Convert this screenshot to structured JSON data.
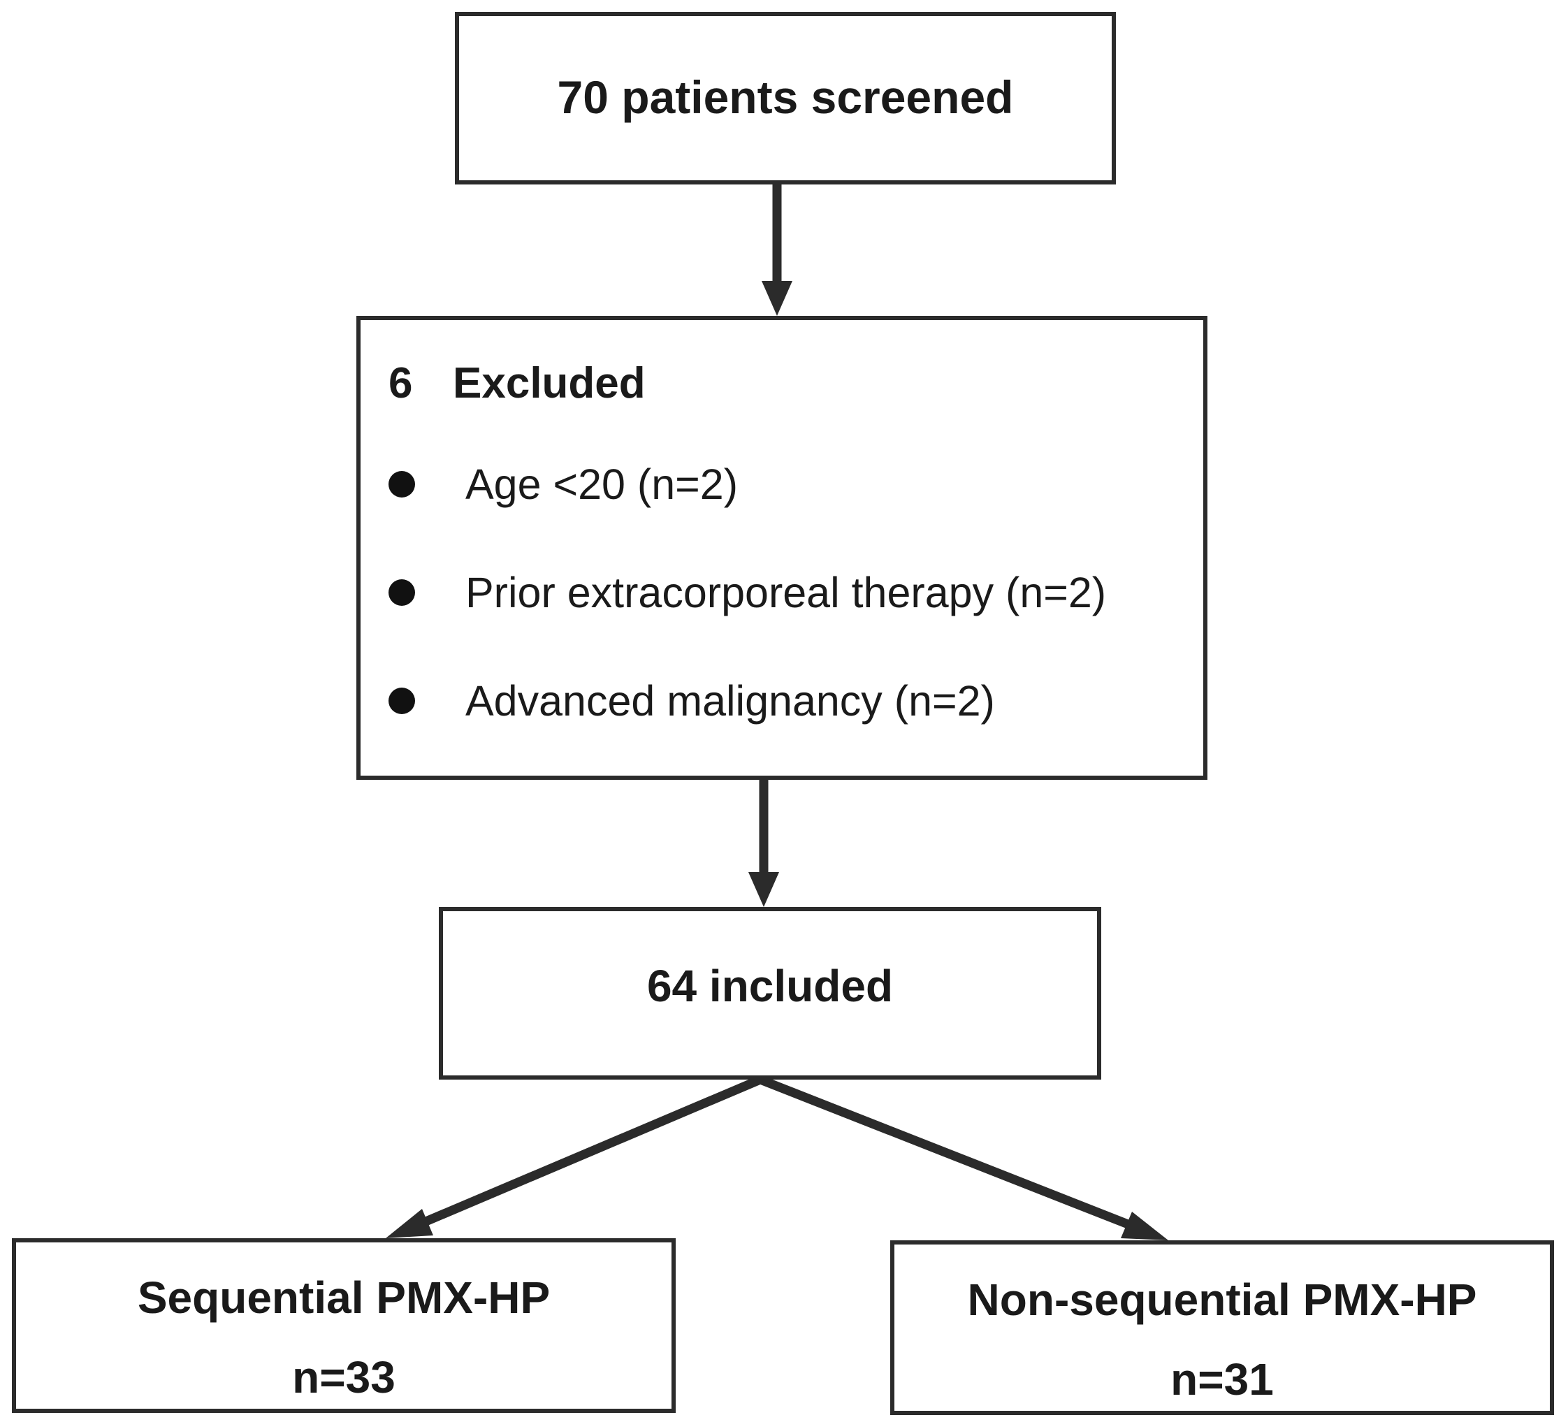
{
  "screened": {
    "label": "70 patients screened"
  },
  "excluded": {
    "count": "6",
    "label": "Excluded",
    "items": [
      {
        "text": "Age <20 (n=2)"
      },
      {
        "text": "Prior extracorporeal therapy (n=2)"
      },
      {
        "text": "Advanced malignancy (n=2)"
      }
    ]
  },
  "included": {
    "label": "64 included"
  },
  "groups": [
    {
      "title": "Sequential PMX-HP",
      "n": "n=33"
    },
    {
      "title": "Non-sequential PMX-HP",
      "n": "n=31"
    }
  ],
  "colors": {
    "line": "#2b2b2b",
    "text": "#1a1a1a",
    "background": "#ffffff"
  }
}
